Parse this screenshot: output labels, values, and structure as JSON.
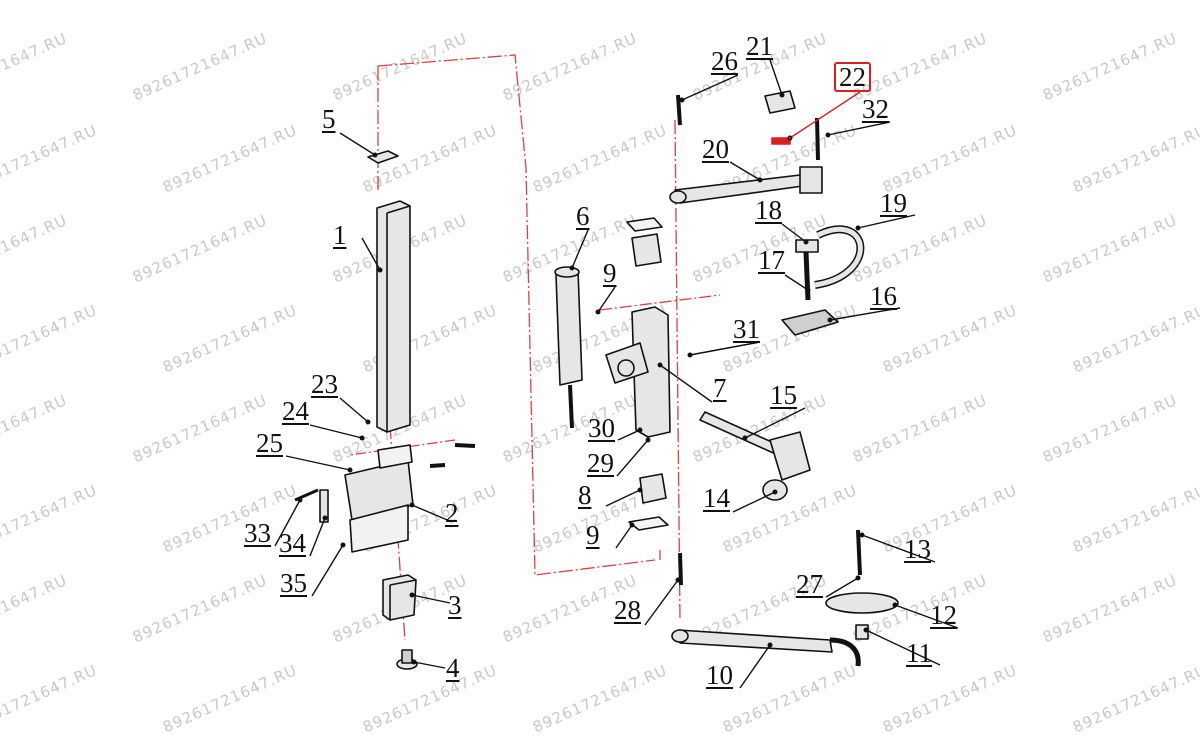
{
  "watermark": "89261721647.RU",
  "colors": {
    "highlight": "#d92020",
    "axis": "#e04040",
    "line": "#111111",
    "part": "#dcdcdc"
  },
  "callouts": [
    "1",
    "2",
    "3",
    "4",
    "5",
    "6",
    "7",
    "8",
    "9",
    "9",
    "10",
    "11",
    "12",
    "13",
    "14",
    "15",
    "16",
    "17",
    "18",
    "19",
    "20",
    "21",
    "22",
    "23",
    "24",
    "25",
    "26",
    "27",
    "28",
    "29",
    "30",
    "31",
    "32",
    "33",
    "34",
    "35"
  ],
  "highlighted_callout": "22"
}
